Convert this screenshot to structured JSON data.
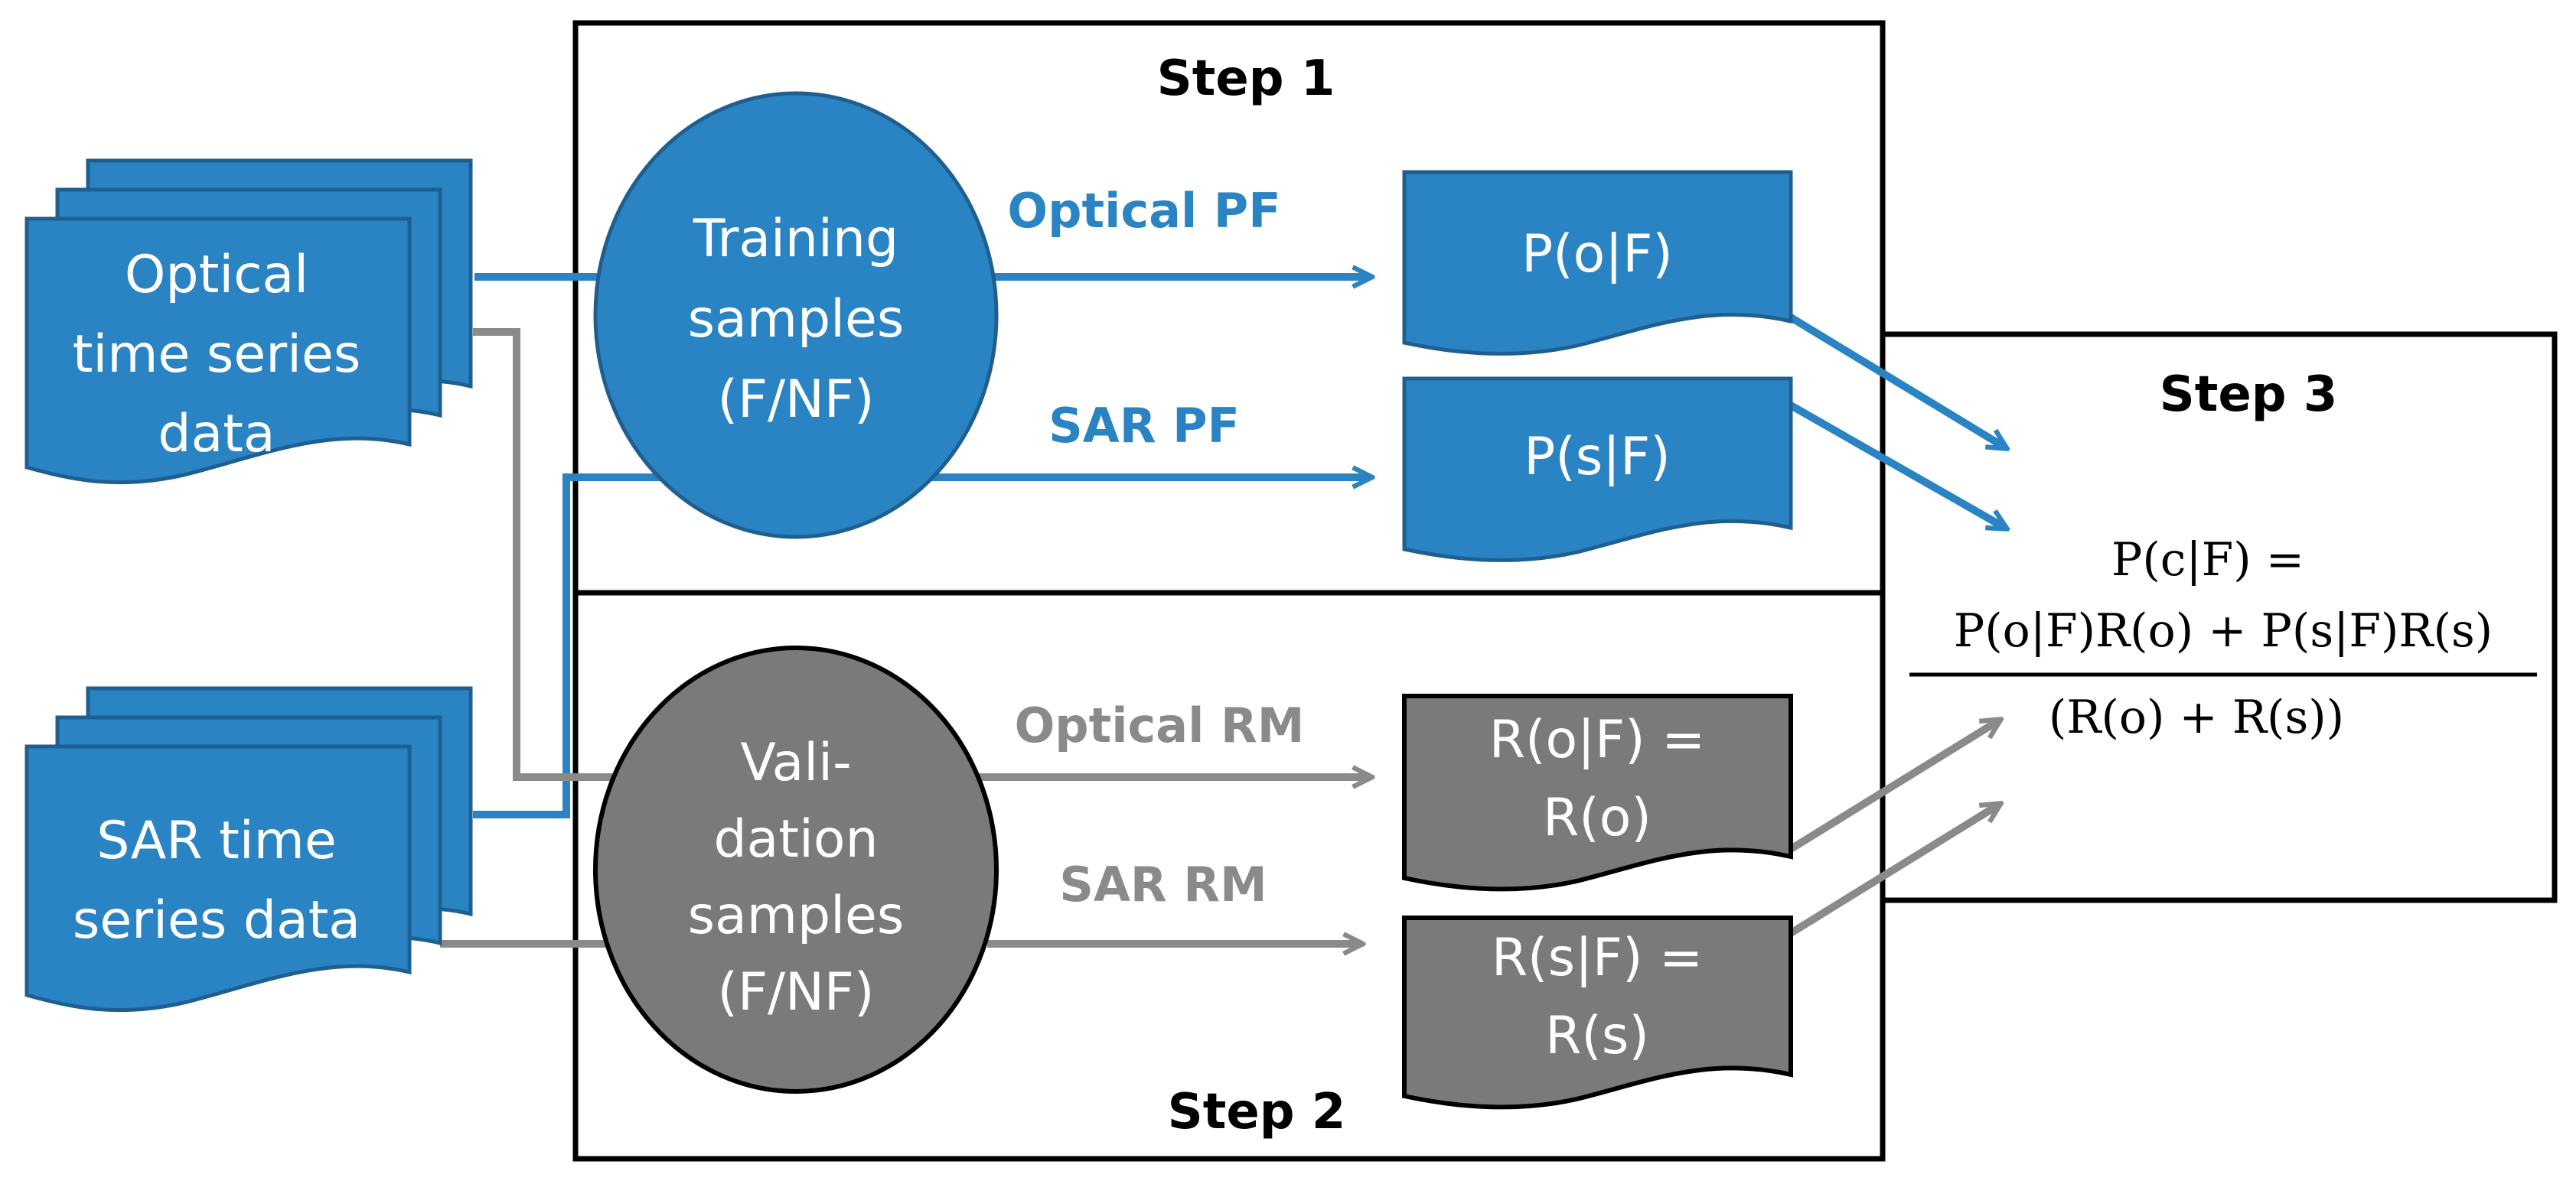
{
  "colors": {
    "blue": "#2a84c4",
    "blue_dark": "#1f5f8f",
    "gray": "#8a8a8a",
    "gray_fill": "#7a7a7a",
    "black": "#000000"
  },
  "sources": {
    "optical": {
      "lines": [
        "Optical",
        "time series",
        "data"
      ]
    },
    "sar": {
      "lines": [
        "SAR time",
        "series data"
      ]
    }
  },
  "step1": {
    "title": "Step 1",
    "training": {
      "lines": [
        "Training",
        "samples",
        "(F/NF)"
      ]
    },
    "optical_pf_label": "Optical PF",
    "sar_pf_label": "SAR PF",
    "p_o_f": "P(o|F)",
    "p_s_f": "P(s|F)"
  },
  "step2": {
    "title": "Step 2",
    "validation": {
      "lines": [
        "Vali-",
        "dation",
        "samples",
        "(F/NF)"
      ]
    },
    "optical_rm_label": "Optical RM",
    "sar_rm_label": "SAR RM",
    "r_o": {
      "lines": [
        "R(o|F) =",
        "R(o)"
      ]
    },
    "r_s": {
      "lines": [
        "R(s|F) =",
        "R(s)"
      ]
    }
  },
  "step3": {
    "title": "Step 3",
    "equation": {
      "lhs": "P(c|F) =",
      "numerator": "P(o|F)R(o) + P(s|F)R(s)",
      "denominator": "(R(o) + R(s))"
    }
  }
}
